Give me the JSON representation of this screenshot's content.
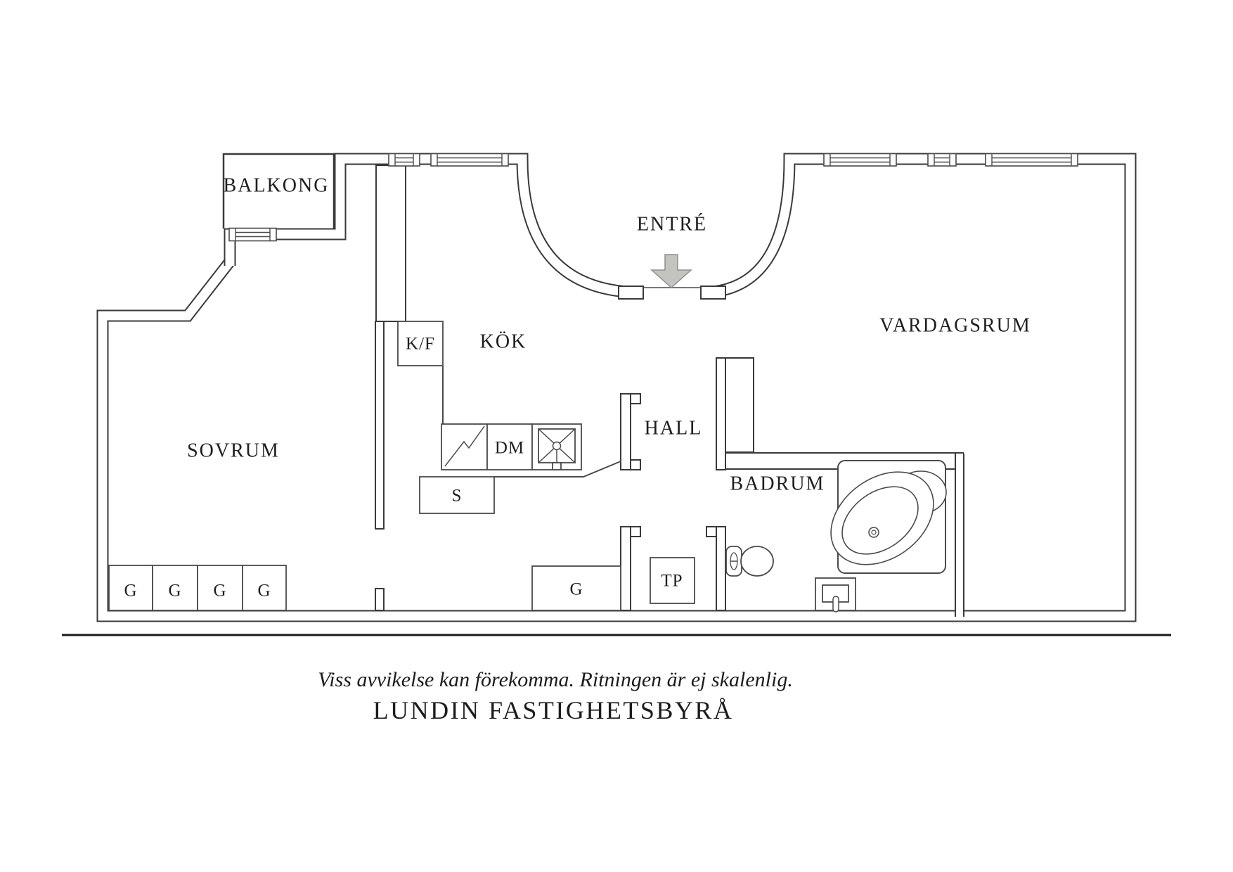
{
  "rooms": {
    "balcony": "BALKONG",
    "entrance": "ENTRÉ",
    "kitchen": "KÖK",
    "living_room": "VARDAGSRUM",
    "bedroom": "SOVRUM",
    "hall": "HALL",
    "bathroom": "BADRUM"
  },
  "fixtures": {
    "fridge_freezer": "K/F",
    "dishwasher": "DM",
    "pantry": "S",
    "linen_closet": "TP",
    "hall_wardrobe": "G"
  },
  "bedroom_wardrobes": [
    "G",
    "G",
    "G",
    "G"
  ],
  "footer": {
    "disclaimer": "Viss avvikelse kan förekomma. Ritningen är ej skalenlig.",
    "agency": "LUNDIN FASTIGHETSBYRÅ"
  },
  "colors": {
    "wall_line": "#3a3a3a",
    "thin_line": "#4a4a4a",
    "text": "#1f1f1f",
    "arrow_fill": "#c3c3c0",
    "arrow_stroke": "#8f8f8c"
  }
}
